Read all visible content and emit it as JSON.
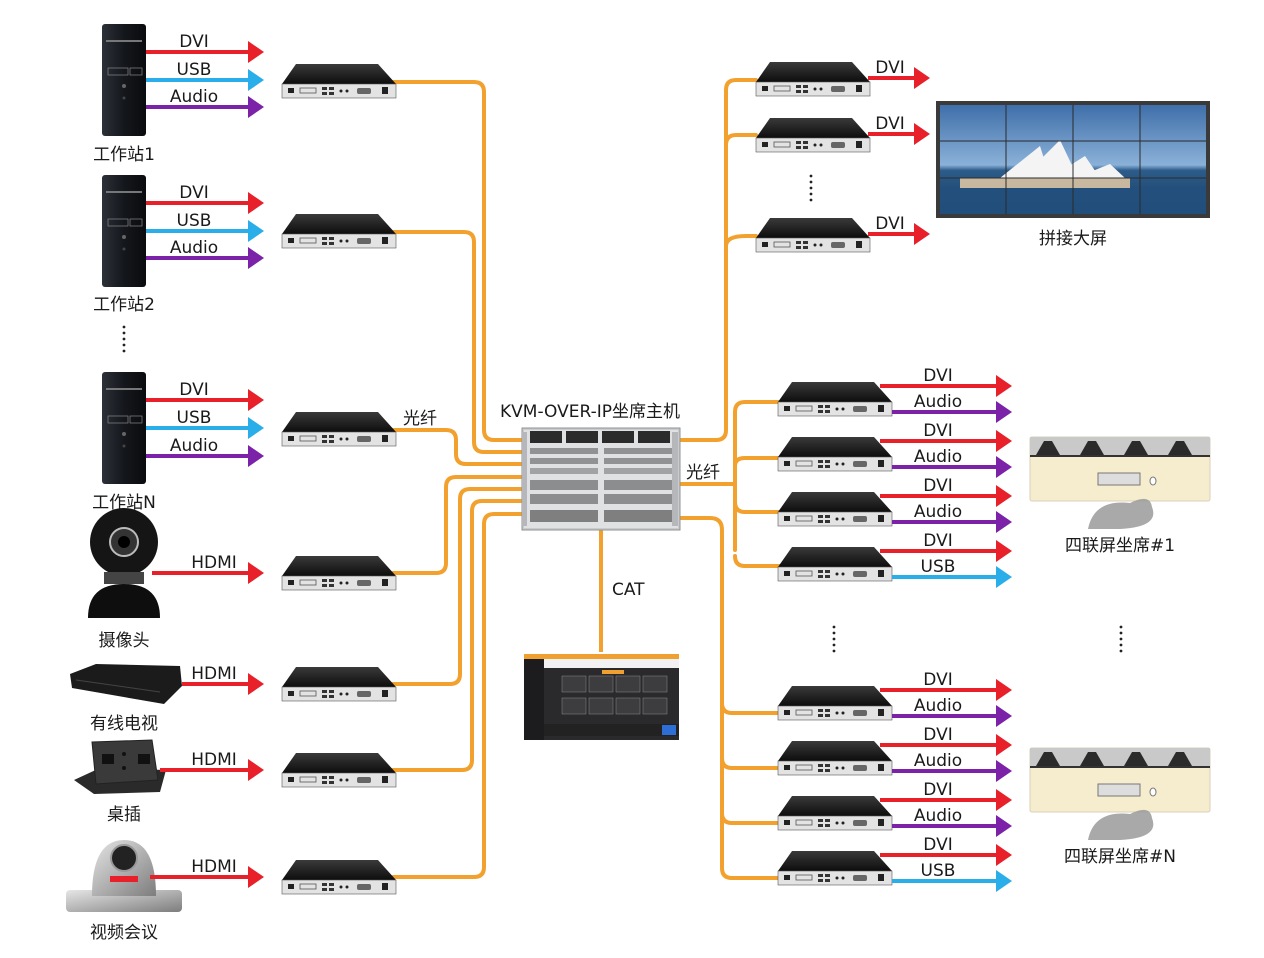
{
  "diagram": {
    "colors": {
      "dvi": "#e8202a",
      "hdmi": "#e8202a",
      "usb": "#29aee9",
      "audio": "#7b22a8",
      "fiber": "#f2a12e",
      "cat": "#f2a12e"
    },
    "host": {
      "title": "KVM-OVER-IP坐席主机",
      "fiber_label_left": "光纤",
      "fiber_label_right": "光纤",
      "cat_label": "CAT"
    },
    "sources": [
      {
        "name": "工作站1",
        "type": "workstation",
        "signals": [
          "DVI",
          "USB",
          "Audio"
        ]
      },
      {
        "name": "工作站2",
        "type": "workstation",
        "signals": [
          "DVI",
          "USB",
          "Audio"
        ]
      },
      {
        "name": "工作站N",
        "type": "workstation",
        "signals": [
          "DVI",
          "USB",
          "Audio"
        ]
      },
      {
        "name": "摄像头",
        "type": "ip-camera",
        "signals": [
          "HDMI"
        ]
      },
      {
        "name": "有线电视",
        "type": "set-top-box",
        "signals": [
          "HDMI"
        ]
      },
      {
        "name": "桌插",
        "type": "desk-socket",
        "signals": [
          "HDMI"
        ]
      },
      {
        "name": "视频会议",
        "type": "conference-camera",
        "signals": [
          "HDMI"
        ]
      }
    ],
    "videowall": {
      "name": "拼接大屏",
      "signals": [
        "DVI",
        "DVI",
        "DVI"
      ]
    },
    "seats": [
      {
        "name": "四联屏坐席#1",
        "receivers": [
          [
            "DVI",
            "Audio"
          ],
          [
            "DVI",
            "Audio"
          ],
          [
            "DVI",
            "Audio"
          ],
          [
            "DVI",
            "USB"
          ]
        ]
      },
      {
        "name": "四联屏坐席#N",
        "receivers": [
          [
            "DVI",
            "Audio"
          ],
          [
            "DVI",
            "Audio"
          ],
          [
            "DVI",
            "Audio"
          ],
          [
            "DVI",
            "USB"
          ]
        ]
      }
    ]
  }
}
